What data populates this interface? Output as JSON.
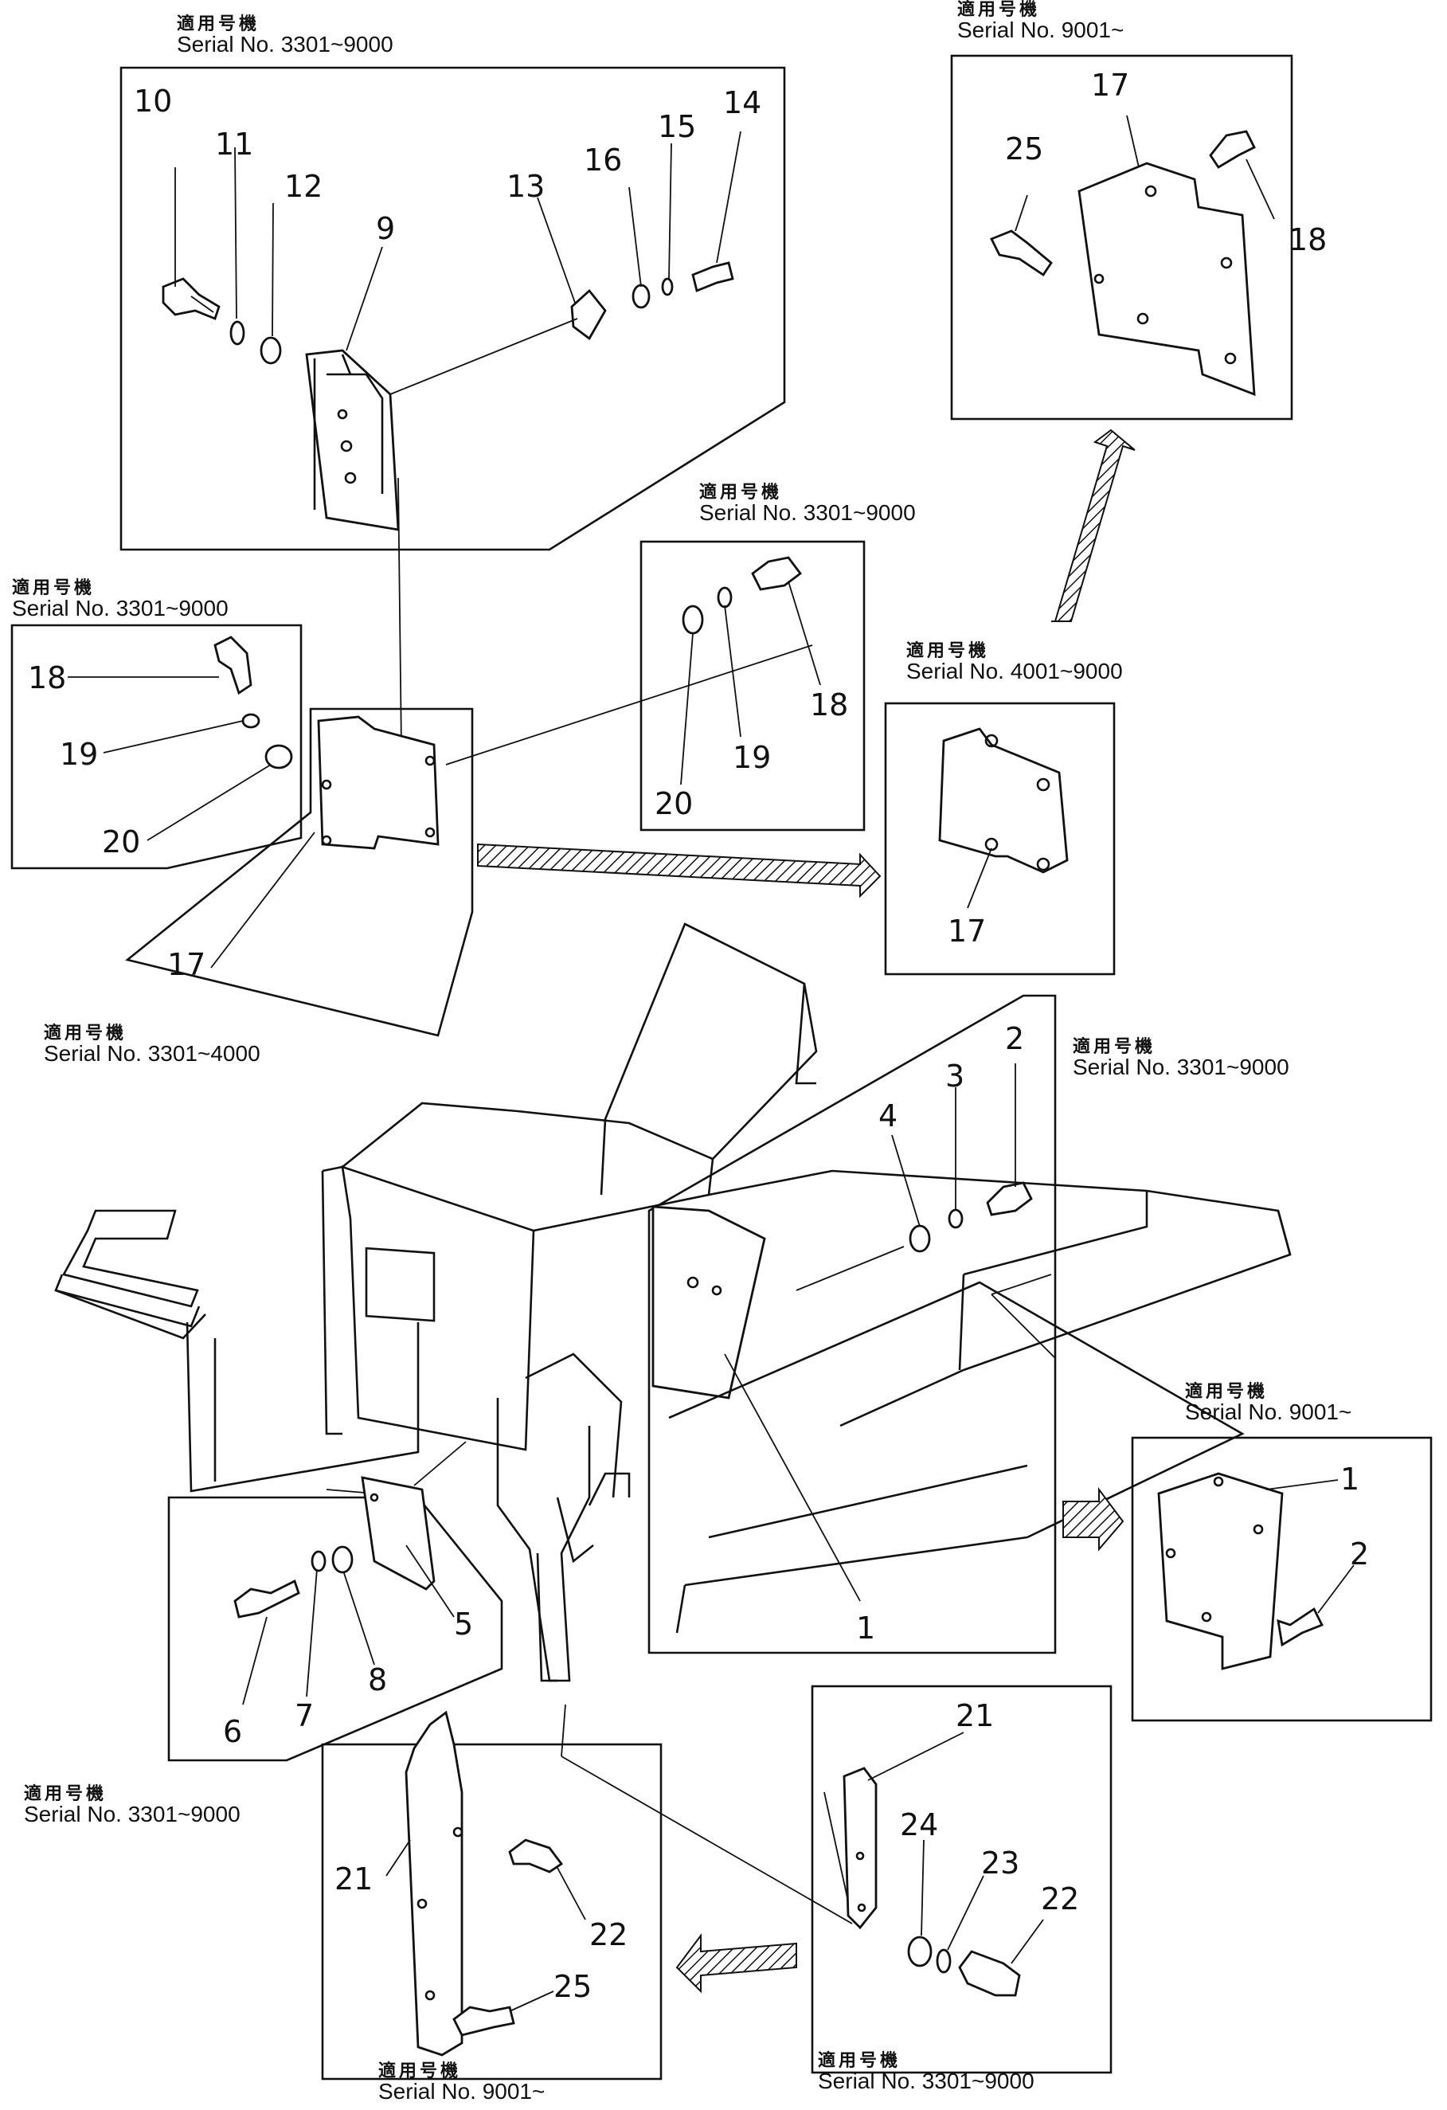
{
  "captions": {
    "applicable_model": "適用号機",
    "top_left": "Serial  No. 3301~9000",
    "top_right": "Serial  No. 9001~",
    "mid_center": "Serial  No. 3301~9000",
    "left": "Serial  No. 3301~9000",
    "right_mid": "Serial  No. 4001~9000",
    "left_lower": "Serial  No. 3301~4000",
    "right_center": "Serial  No. 3301~9000",
    "right_lower": "Serial  No. 9001~",
    "bottom_left": "Serial  No. 3301~9000",
    "bottom_center": "Serial  No. 9001~",
    "bottom_right": "Serial  No. 3301~9000"
  },
  "callouts": {
    "n1": "1",
    "n2": "2",
    "n3": "3",
    "n4": "4",
    "n5": "5",
    "n6": "6",
    "n7": "7",
    "n8": "8",
    "n9": "9",
    "n10": "10",
    "n11": "11",
    "n12": "12",
    "n13": "13",
    "n14": "14",
    "n15": "15",
    "n16": "16",
    "n17": "17",
    "n18": "18",
    "n19": "19",
    "n20": "20",
    "n21": "21",
    "n22": "22",
    "n23": "23",
    "n24": "24",
    "n25": "25"
  },
  "icons": {
    "bolt": "bolt-icon",
    "washer": "washer-icon",
    "spring_washer": "spring-washer-icon",
    "arrow": "hatched-arrow-icon"
  },
  "colors": {
    "ink": "#111111",
    "paper": "#ffffff"
  }
}
